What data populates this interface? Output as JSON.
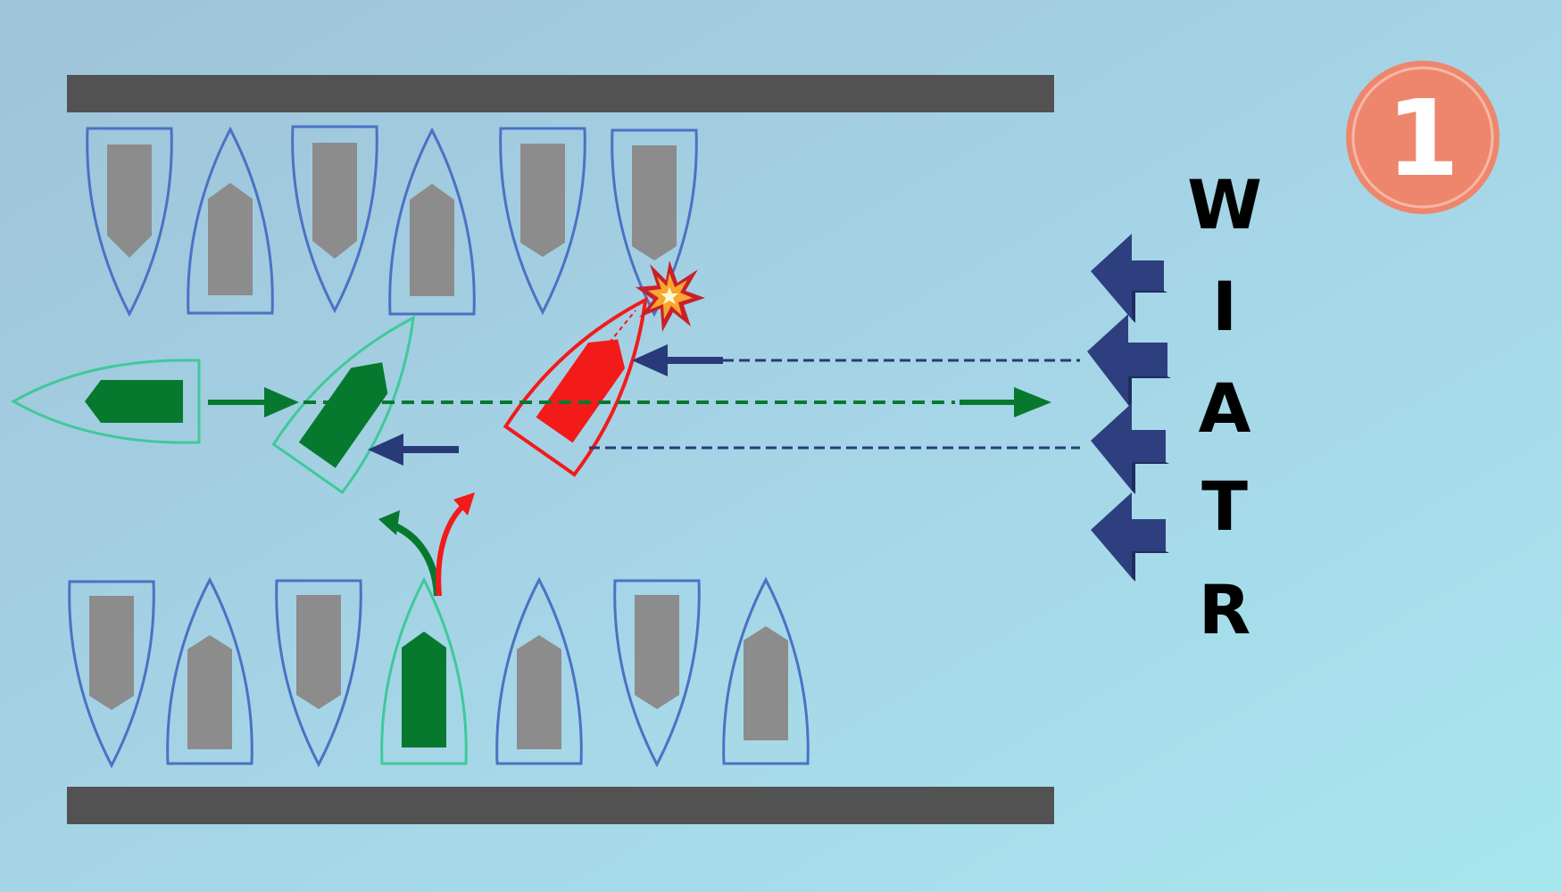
{
  "step_badge": {
    "number": "1",
    "color": "#ee866d"
  },
  "wind_label": [
    "W",
    "I",
    "A",
    "T",
    "R"
  ],
  "colors": {
    "water": "#a9dbea",
    "pier": "#525252",
    "moored_hull": "#4a72c4",
    "moored_cabin": "#8c8c8c",
    "green_boat": "#07792f",
    "green_hull": "#3fc99a",
    "red_boat": "#f31a1a",
    "wind_arrow": "#283b78",
    "collision": "#d12a2a"
  },
  "icons": [
    "collision-icon",
    "wind-arrow-icon"
  ]
}
